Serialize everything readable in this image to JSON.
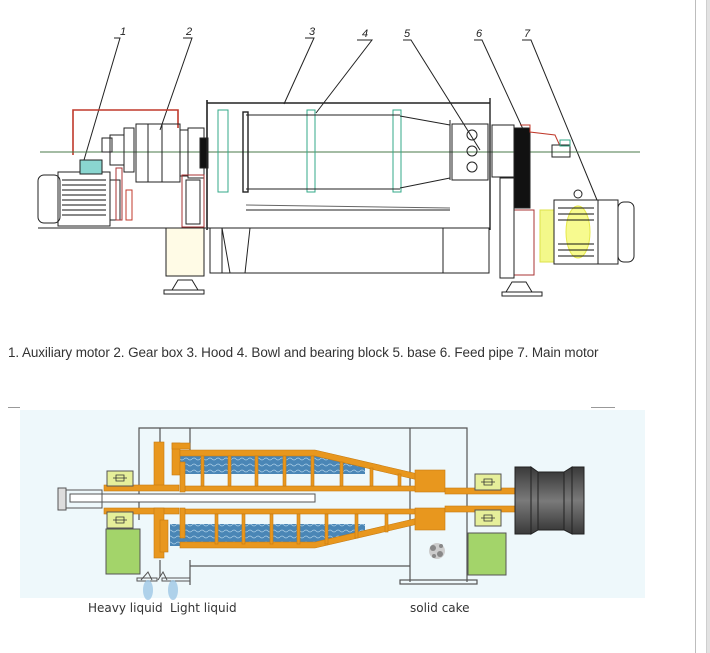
{
  "figure1": {
    "callouts": [
      "1",
      "2",
      "3",
      "4",
      "5",
      "6",
      "7"
    ],
    "caption": "1. Auxiliary motor 2. Gear box 3. Hood 4. Bowl and bearing block 5. base 6. Feed pipe 7. Main motor"
  },
  "figure2": {
    "labels": {
      "heavy_liquid": "Heavy liquid",
      "light_liquid": "Light liquid",
      "solid_cake": "solid cake"
    }
  },
  "colors": {
    "frame_accent": "#c0392b",
    "bowl_orange": "#e8971e",
    "liquid_blue": "#3f7fb0",
    "bearing_yellow": "#e6ef9a",
    "support_green": "#a3d46a",
    "motor_gray": "#555555",
    "background_tint": "#eef8fb"
  }
}
